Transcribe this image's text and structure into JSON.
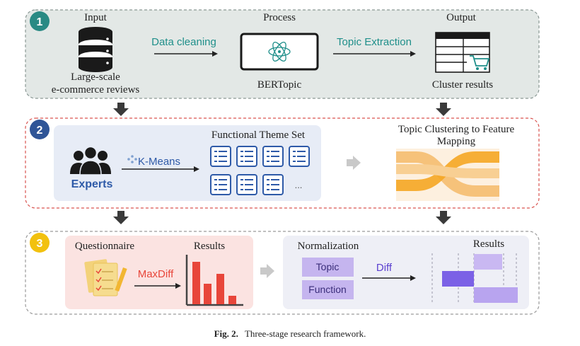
{
  "stage1": {
    "number": "1",
    "input_header": "Input",
    "process_header": "Process",
    "output_header": "Output",
    "input_label_line1": "Large-scale",
    "input_label_line2": "e-commerce reviews",
    "arrow1_label": "Data cleaning",
    "process_label": "BERTopic",
    "arrow2_label": "Topic Extraction",
    "output_label": "Cluster results"
  },
  "stage2": {
    "number": "2",
    "experts_label": "Experts",
    "kmeans_label": "K-Means",
    "theme_set_title": "Functional Theme Set",
    "ellipsis": "...",
    "mapping_title_line1": "Topic Clustering to Feature",
    "mapping_title_line2": "Mapping"
  },
  "stage3": {
    "number": "3",
    "questionnaire_label": "Questionnaire",
    "results_label_left": "Results",
    "maxdiff_label": "MaxDiff",
    "normalization_label": "Normalization",
    "topic_label": "Topic",
    "function_label": "Function",
    "diff_label": "Diff",
    "results_label_right": "Results"
  },
  "caption": {
    "prefix": "Fig. 2.",
    "text": "Three-stage research framework."
  },
  "colors": {
    "stage1_badge": "#2a8a84",
    "stage2_badge": "#2f5597",
    "stage3_badge": "#f2c10f",
    "accent_teal": "#1f8f8a",
    "accent_red": "#e8463a",
    "accent_purple": "#7b61e6",
    "icon_blue": "#2e5aa8",
    "sankey_orange": "#f5a623"
  }
}
